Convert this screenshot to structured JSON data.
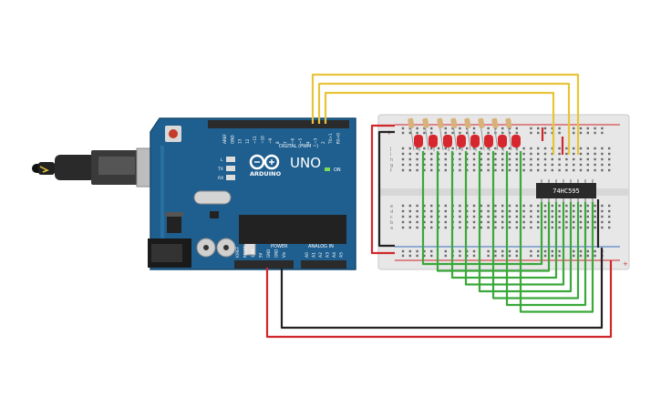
{
  "arduino": {
    "brand": "ARDUINO",
    "model": "UNO",
    "on_label": "ON",
    "tx_label": "TX",
    "rx_label": "RX",
    "l_label": "L",
    "digital_label": "DIGITAL (PWM ~)",
    "power_label": "POWER",
    "analog_label": "ANALOG IN",
    "digital_pins": [
      "AREF",
      "GND",
      "13",
      "12",
      "~11",
      "~10",
      "~9",
      "8",
      "7",
      "~6",
      "~5",
      "4",
      "~3",
      "2",
      "TX>1",
      "RX<0"
    ],
    "power_pins": [
      "IOREF",
      "RESET",
      "3.3V",
      "5V",
      "GND",
      "GND",
      "Vin"
    ],
    "analog_pins": [
      "A0",
      "A1",
      "A2",
      "A3",
      "A4",
      "A5"
    ],
    "colors": {
      "board": "#1f5f8f",
      "header": "#2b2b2b",
      "chip": "#222222"
    }
  },
  "breadboard": {
    "row_letters_top": [
      "j",
      "i",
      "h",
      "g",
      "f"
    ],
    "row_letters_bottom": [
      "e",
      "d",
      "c",
      "b",
      "a"
    ],
    "plus_label": "+",
    "minus_label": "-"
  },
  "ic": {
    "label": "74HC595"
  },
  "leds": {
    "count": 8,
    "color": "#d8262f"
  },
  "wire_colors": {
    "yellow": "#e8c43a",
    "green": "#3aa83a",
    "red": "#d1262b",
    "black": "#222222"
  }
}
